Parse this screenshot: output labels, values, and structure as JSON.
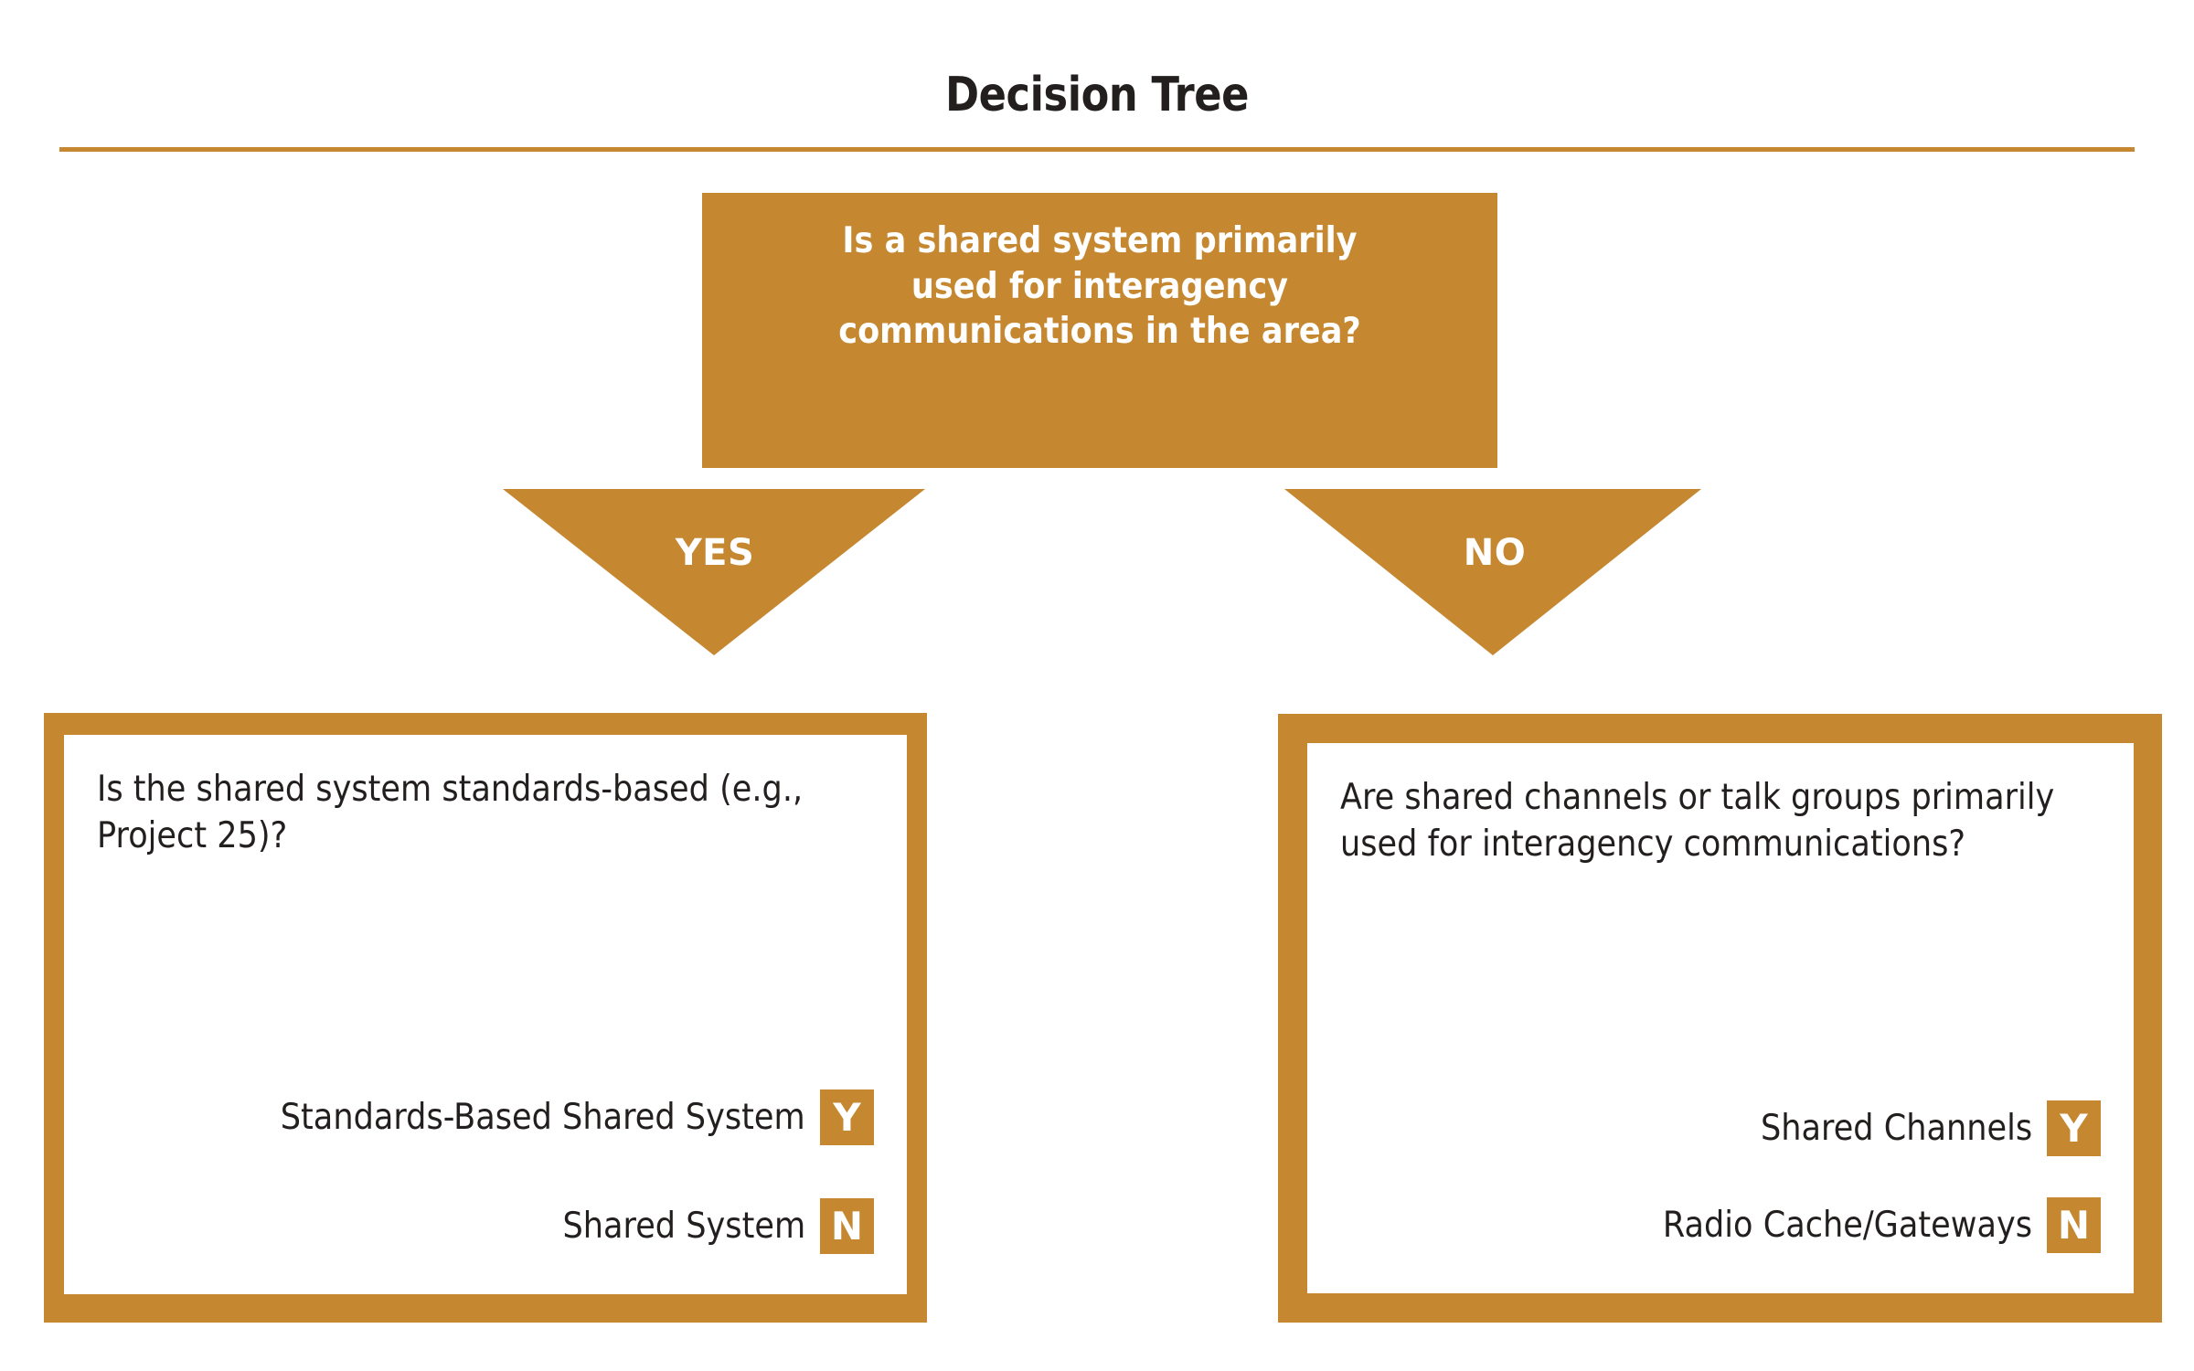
{
  "header": {
    "title": "Decision Tree",
    "rule_color": "#c58830"
  },
  "theme": {
    "accent": "#c5872f",
    "text": "#231f1e",
    "panel_background": "#ffffff"
  },
  "root_question": {
    "text": "Is a shared system primarily\nused for interagency\ncommunications in the area?"
  },
  "branches": [
    {
      "label": "YES",
      "target": "left"
    },
    {
      "label": "NO",
      "target": "right"
    }
  ],
  "outcomes": {
    "left": {
      "question": "Is the shared system standards-based (e.g., Project 25)?",
      "answers": [
        {
          "label": "Standards-Based Shared System",
          "badge": "Y"
        },
        {
          "label": "Shared System",
          "badge": "N"
        }
      ]
    },
    "right": {
      "question": "Are shared channels or talk groups primarily used for interagency communications?",
      "answers": [
        {
          "label": "Shared Channels",
          "badge": "Y"
        },
        {
          "label": "Radio Cache/Gateways",
          "badge": "N"
        }
      ]
    }
  }
}
